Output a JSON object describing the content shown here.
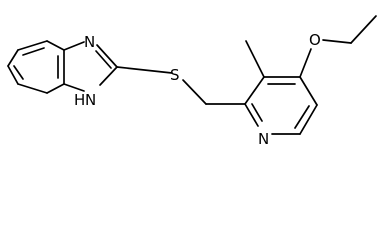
{
  "molecule": {
    "atom_labels": {
      "imidazole_n3": "N",
      "imidazole_nh": "H",
      "imidazole_n1": "N",
      "thioether_s": "S",
      "ether_o": "O",
      "pyridine_n": "N"
    }
  }
}
